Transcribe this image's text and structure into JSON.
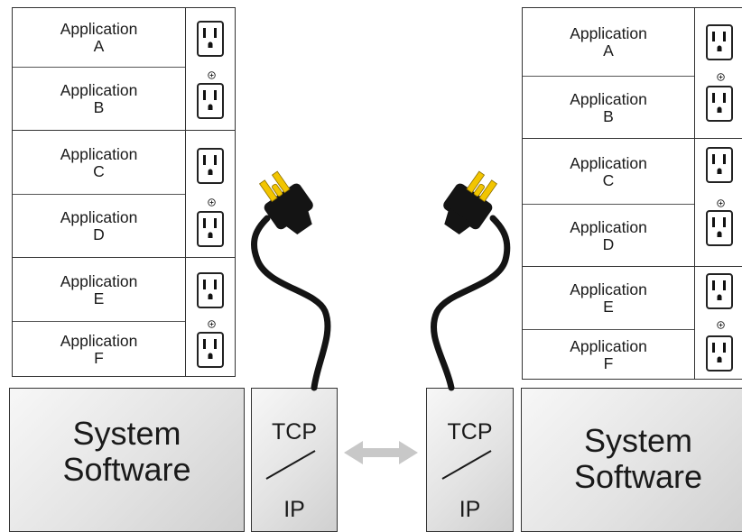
{
  "left_stack": {
    "applications": [
      {
        "title": "Application",
        "letter": "A"
      },
      {
        "title": "Application",
        "letter": "B"
      },
      {
        "title": "Application",
        "letter": "C"
      },
      {
        "title": "Application",
        "letter": "D"
      },
      {
        "title": "Application",
        "letter": "E"
      },
      {
        "title": "Application",
        "letter": "F"
      }
    ]
  },
  "right_stack": {
    "applications": [
      {
        "title": "Application",
        "letter": "A"
      },
      {
        "title": "Application",
        "letter": "B"
      },
      {
        "title": "Application",
        "letter": "C"
      },
      {
        "title": "Application",
        "letter": "D"
      },
      {
        "title": "Application",
        "letter": "E"
      },
      {
        "title": "Application",
        "letter": "F"
      }
    ]
  },
  "left_system": {
    "line1": "System",
    "line2": "Software"
  },
  "right_system": {
    "line1": "System",
    "line2": "Software"
  },
  "left_tcp": {
    "top": "TCP",
    "bottom": "IP"
  },
  "right_tcp": {
    "top": "TCP",
    "bottom": "IP"
  },
  "icons": {
    "outlet": "electrical-outlet-icon",
    "plug": "power-plug-icon",
    "arrow": "double-arrow-icon",
    "screw": "screw-icon"
  },
  "colors": {
    "plug_body": "#141414",
    "plug_prongs": "#f2c500",
    "arrow": "#c8c8c8",
    "box_fill": "#e3e3e3"
  }
}
